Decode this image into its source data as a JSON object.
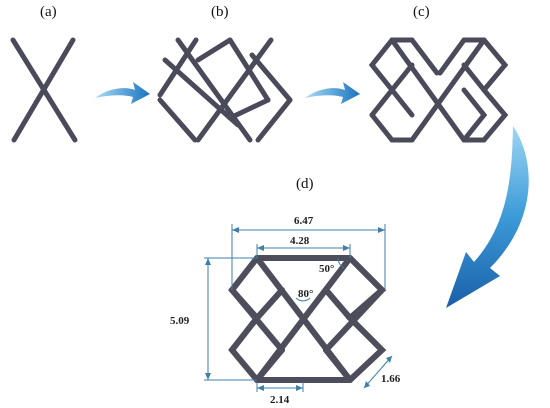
{
  "panels": {
    "a": "(a)",
    "b": "(b)",
    "c": "(c)",
    "d": "(d)"
  },
  "dimensions": {
    "outer_width": "6.47",
    "top_width": "4.28",
    "height": "5.09",
    "bottom_segment": "2.14",
    "strut_length": "1.66",
    "top_angle": "50°",
    "center_angle": "80°"
  },
  "colors": {
    "strut": "#4a4a5a",
    "arrow_light": "#7cc5ee",
    "arrow_dark": "#1a6fb5",
    "dimension_line": "#3f7fa8"
  },
  "icons": {
    "arrow": "curved-arrow-icon"
  }
}
